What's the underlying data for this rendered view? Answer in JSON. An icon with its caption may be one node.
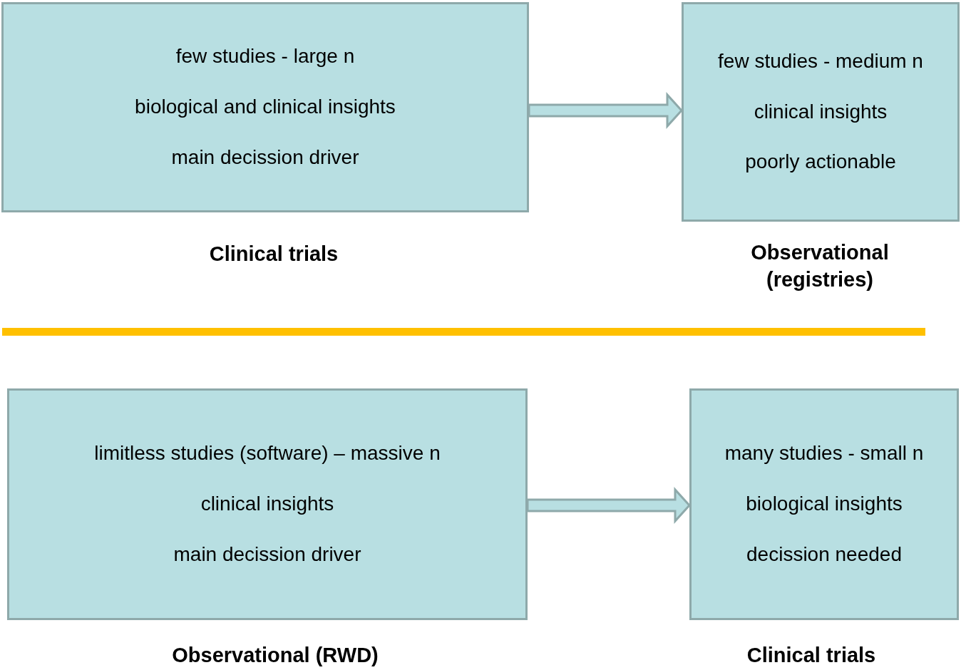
{
  "diagram": {
    "nodes": [
      {
        "text": [
          "few studies - large n",
          "biological and clinical insights",
          "main decission driver"
        ],
        "beside": [
          "Clinical trials"
        ]
      },
      {
        "text": [
          "few studies - medium n",
          "clinical insights",
          "poorly actionable"
        ],
        "beside": [
          "Observational (registries)"
        ]
      },
      {
        "text": [
          "limitless studies (software) – massive n",
          "clinical insights",
          "main decission driver"
        ],
        "beside": [
          "Observational (RWD)"
        ]
      },
      {
        "text": [
          "many studies - small n",
          "biological insights",
          "decission needed"
        ],
        "beside": [
          "Clinical trials"
        ]
      }
    ],
    "edges": [
      {
        "from": 0,
        "to": 1,
        "arrow": "to"
      },
      {
        "from": 2,
        "to": 3,
        "arrow": "to"
      }
    ]
  }
}
